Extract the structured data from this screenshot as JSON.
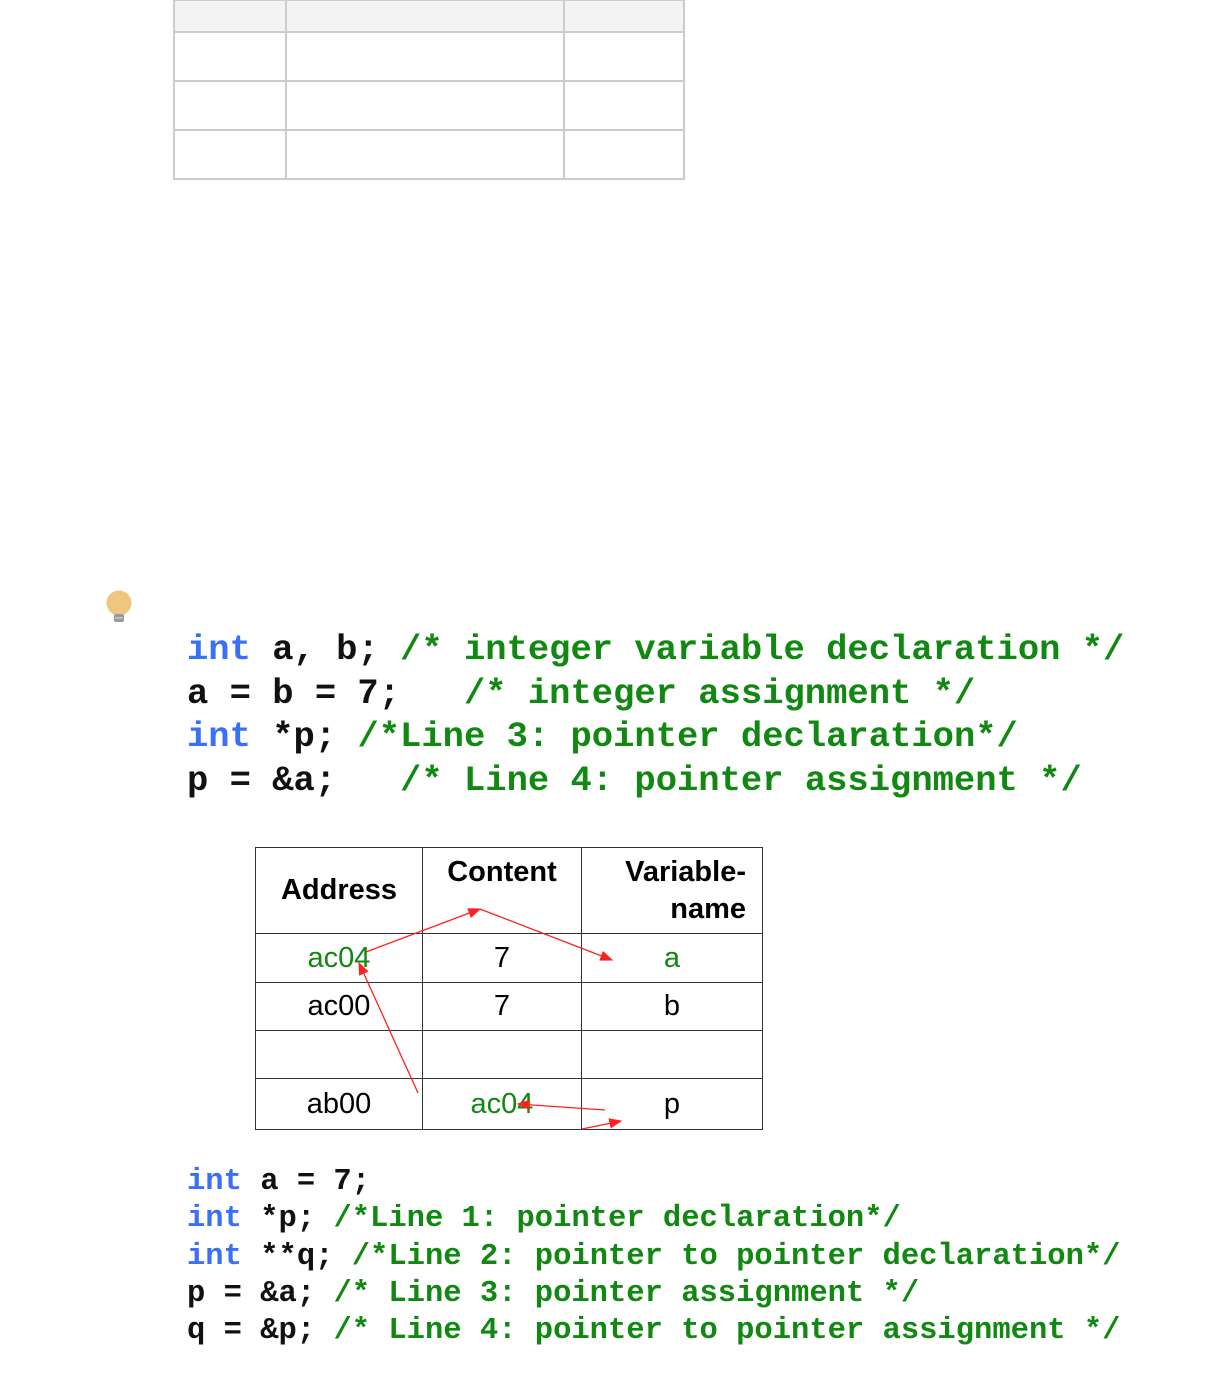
{
  "code_block_1": [
    {
      "kw": "int",
      "code": " a, b; ",
      "comment": "/* integer variable declaration */"
    },
    {
      "kw": "",
      "code": "a = b = 7;   ",
      "comment": "/* integer assignment */"
    },
    {
      "kw": "int",
      "code": " *p; ",
      "comment": "/*Line 3: pointer declaration*/"
    },
    {
      "kw": "",
      "code": "p = &a;   ",
      "comment": "/* Line 4: pointer assignment */"
    }
  ],
  "memory_table": {
    "headers": [
      "Address",
      "Content",
      "Variable-\nname"
    ],
    "rows": [
      [
        "ac04",
        "7",
        "a"
      ],
      [
        "ac00",
        "7",
        "b"
      ],
      [
        "",
        "",
        ""
      ],
      [
        "ab00",
        "ac04",
        "p"
      ]
    ]
  },
  "code_block_2": [
    {
      "kw": "int",
      "code": " a = 7;",
      "comment": ""
    },
    {
      "kw": "int",
      "code": " *p; ",
      "comment": "/*Line 1: pointer declaration*/"
    },
    {
      "kw": "int",
      "code": " **q; ",
      "comment": "/*Line 2: pointer to pointer declaration*/"
    },
    {
      "kw": "",
      "code": "p = &a; ",
      "comment": "/* Line 3: pointer assignment */"
    },
    {
      "kw": "",
      "code": "q = &p; ",
      "comment": "/* Line 4: pointer to pointer assignment */"
    }
  ],
  "colors": {
    "keyword": "#3a6ff7",
    "comment": "#118811",
    "arrow": "#ff2020"
  }
}
